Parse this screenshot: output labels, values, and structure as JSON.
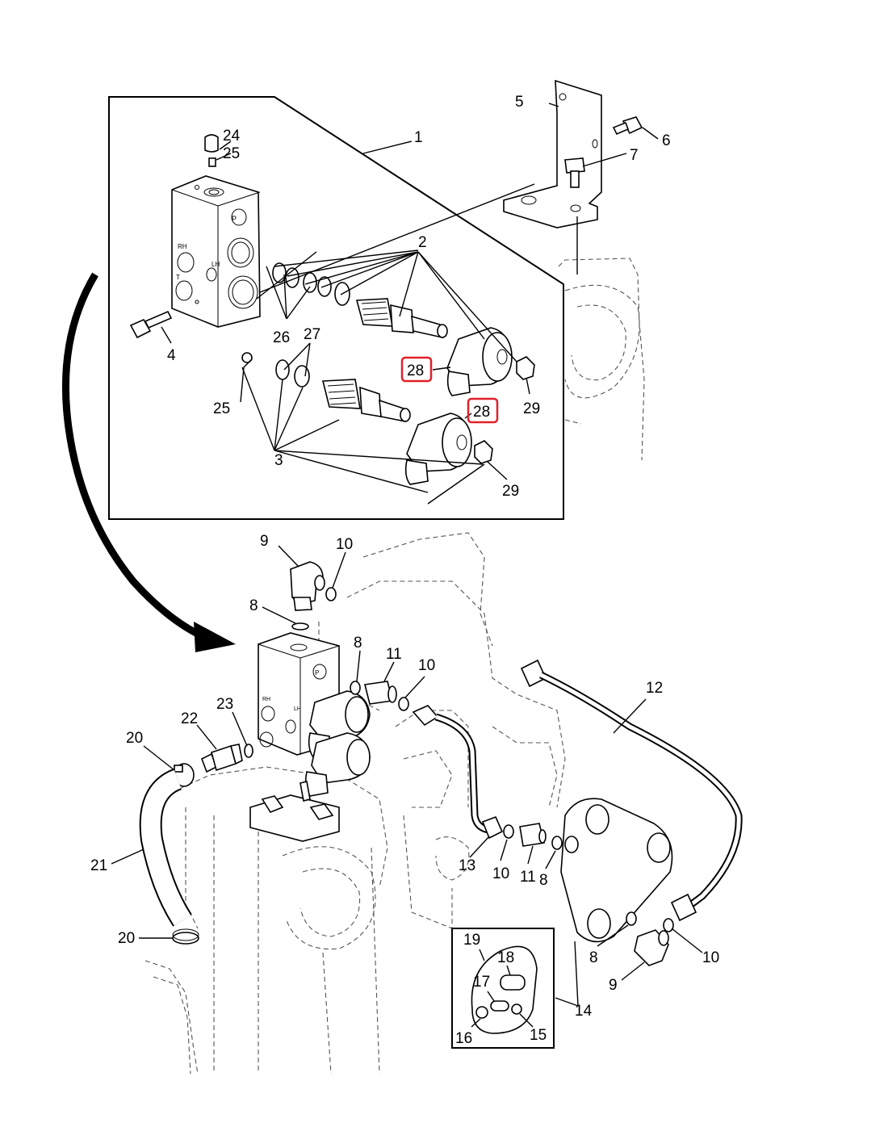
{
  "callouts": {
    "c1": "1",
    "c2": "2",
    "c3": "3",
    "c4": "4",
    "c5": "5",
    "c6": "6",
    "c7": "7",
    "c8a": "8",
    "c8b": "8",
    "c8c": "8",
    "c8d": "8",
    "c9a": "9",
    "c9b": "9",
    "c10a": "10",
    "c10b": "10",
    "c10c": "10",
    "c10d": "10",
    "c11a": "11",
    "c11b": "11",
    "c12": "12",
    "c13": "13",
    "c14": "14",
    "c15": "15",
    "c16": "16",
    "c17": "17",
    "c18": "18",
    "c19": "19",
    "c20a": "20",
    "c20b": "20",
    "c21": "21",
    "c22": "22",
    "c23": "23",
    "c24": "24",
    "c25a": "25",
    "c25b": "25",
    "c26": "26",
    "c27": "27",
    "c28a": "28",
    "c28b": "28",
    "c29a": "29",
    "c29b": "29"
  },
  "block_labels": {
    "port_p": "P",
    "port_rh": "RH",
    "port_lh": "LH",
    "port_t": "T",
    "port_p2": "P",
    "port_rh2": "RH",
    "port_lh2": "LH"
  },
  "highlight_color": "#e0202a"
}
